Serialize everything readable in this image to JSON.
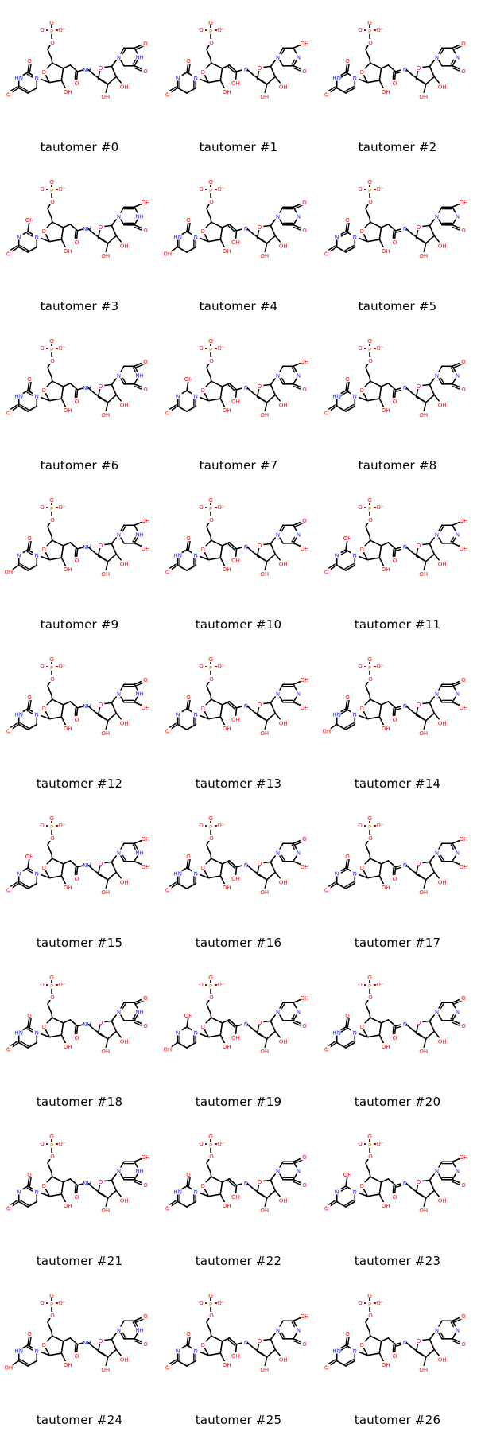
{
  "colors": {
    "bond": "#000000",
    "oxygen": "#ff0d0d",
    "nitrogen": "#2233ff",
    "phosphorus": "#ff8000",
    "background": "#ffffff"
  },
  "atom_labels": {
    "oxygen": "O",
    "hydroxyl": "OH",
    "nh": "NH",
    "hn": "HN",
    "n": "N",
    "p": "P",
    "o_minus": "O⁻"
  },
  "tautomers": [
    {
      "label": "tautomer #0",
      "variant": 0
    },
    {
      "label": "tautomer #1",
      "variant": 1
    },
    {
      "label": "tautomer #2",
      "variant": 2
    },
    {
      "label": "tautomer #3",
      "variant": 3
    },
    {
      "label": "tautomer #4",
      "variant": 4
    },
    {
      "label": "tautomer #5",
      "variant": 5
    },
    {
      "label": "tautomer #6",
      "variant": 6
    },
    {
      "label": "tautomer #7",
      "variant": 7
    },
    {
      "label": "tautomer #8",
      "variant": 8
    },
    {
      "label": "tautomer #9",
      "variant": 9
    },
    {
      "label": "tautomer #10",
      "variant": 10
    },
    {
      "label": "tautomer #11",
      "variant": 11
    },
    {
      "label": "tautomer #12",
      "variant": 12
    },
    {
      "label": "tautomer #13",
      "variant": 13
    },
    {
      "label": "tautomer #14",
      "variant": 14
    },
    {
      "label": "tautomer #15",
      "variant": 15
    },
    {
      "label": "tautomer #16",
      "variant": 16
    },
    {
      "label": "tautomer #17",
      "variant": 17
    },
    {
      "label": "tautomer #18",
      "variant": 18
    },
    {
      "label": "tautomer #19",
      "variant": 19
    },
    {
      "label": "tautomer #20",
      "variant": 20
    },
    {
      "label": "tautomer #21",
      "variant": 21
    },
    {
      "label": "tautomer #22",
      "variant": 22
    },
    {
      "label": "tautomer #23",
      "variant": 23
    },
    {
      "label": "tautomer #24",
      "variant": 24
    },
    {
      "label": "tautomer #25",
      "variant": 25
    },
    {
      "label": "tautomer #26",
      "variant": 26
    }
  ]
}
